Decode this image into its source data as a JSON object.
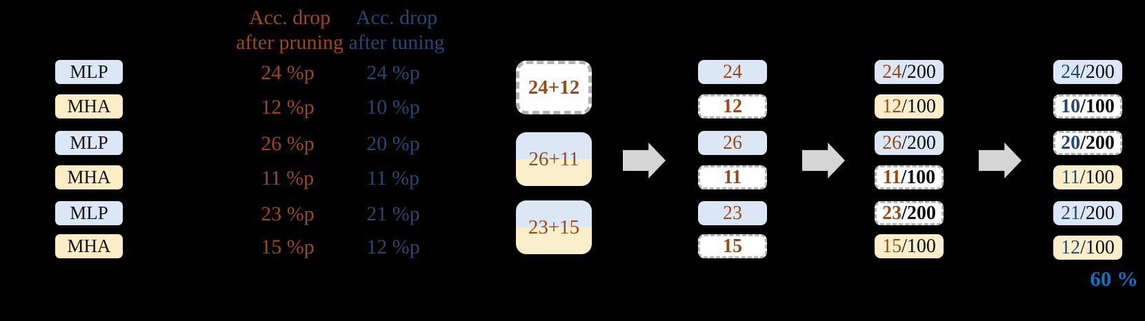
{
  "colors": {
    "background": "#000000",
    "mlp_fill": "#dbe7f4",
    "mha_fill": "#fcedc6",
    "cream_fill": "#faeecb",
    "pruned_white": "#ffffff",
    "dashed_border_gray": "#b3b3b3",
    "arrow_gray": "#d5d5d5",
    "pruning_brown": "#9a4a1a",
    "tuning_navy": "#27476e",
    "final_blue": "#0d72c4",
    "denominator_black": "#0d0d0d"
  },
  "table": {
    "headers": [
      {
        "lines": [
          "Acc. drop",
          "after pruning"
        ]
      },
      {
        "lines": [
          "Acc. drop",
          "after tuning"
        ]
      }
    ],
    "rows": [
      {
        "block": "MLP",
        "type": "mlp",
        "pruning": "24 %p",
        "tuning": "24 %p"
      },
      {
        "block": "MHA",
        "type": "mha",
        "pruning": "12 %p",
        "tuning": "10 %p"
      },
      {
        "block": "MLP",
        "type": "mlp",
        "pruning": "26 %p",
        "tuning": "20 %p"
      },
      {
        "block": "MHA",
        "type": "mha",
        "pruning": "11 %p",
        "tuning": "11 %p"
      },
      {
        "block": "MLP",
        "type": "mlp",
        "pruning": "23 %p",
        "tuning": "21 %p"
      },
      {
        "block": "MHA",
        "type": "mha",
        "pruning": "15 %p",
        "tuning": "12 %p"
      }
    ]
  },
  "pipeline": {
    "grouped": [
      {
        "label": "24+12",
        "state": "pruned-pair"
      },
      {
        "label": "26+11",
        "state": "mlp-mha-pair"
      },
      {
        "label": "23+15",
        "state": "mlp-mha-pair"
      }
    ],
    "stage2": [
      {
        "label": "24",
        "state": "kept"
      },
      {
        "label": "12",
        "state": "pruned"
      },
      {
        "label": "26",
        "state": "kept"
      },
      {
        "label": "11",
        "state": "pruned"
      },
      {
        "label": "23",
        "state": "kept"
      },
      {
        "label": "15",
        "state": "pruned"
      }
    ],
    "stage3": [
      {
        "num": "24",
        "den": "/200",
        "state": "kept-mlp"
      },
      {
        "num": "12",
        "den": "/100",
        "state": "kept-mha"
      },
      {
        "num": "26",
        "den": "/200",
        "state": "kept-mlp"
      },
      {
        "num": "11",
        "den": "/100",
        "state": "pruned"
      },
      {
        "num": "23",
        "den": "/200",
        "state": "pruned"
      },
      {
        "num": "15",
        "den": "/100",
        "state": "kept-mha"
      }
    ],
    "stage4": [
      {
        "num": "24",
        "den": "/200",
        "state": "kept-mlp"
      },
      {
        "num": "10",
        "den": "/100",
        "state": "pruned"
      },
      {
        "num": "20",
        "den": "/200",
        "state": "pruned"
      },
      {
        "num": "11",
        "den": "/100",
        "state": "kept-mha"
      },
      {
        "num": "21",
        "den": "/200",
        "state": "kept-mlp"
      },
      {
        "num": "12",
        "den": "/100",
        "state": "kept-mha"
      }
    ],
    "final_label": "60 %"
  }
}
